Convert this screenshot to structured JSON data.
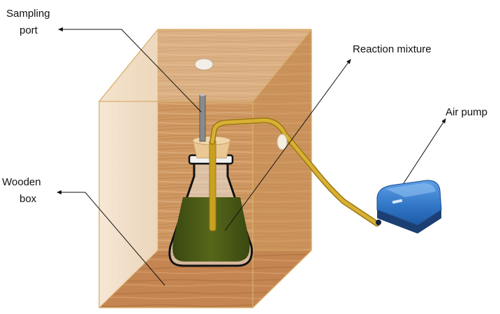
{
  "diagram": {
    "labels": {
      "sampling_port_line1": "Sampling",
      "sampling_port_line2": "port",
      "reaction_mixture": "Reaction mixture",
      "air_pump": "Air pump",
      "wooden_box_line1": "Wooden",
      "wooden_box_line2": "box"
    },
    "colors": {
      "wood_light": "#d9a878",
      "wood_mid": "#c9905c",
      "wood_dark": "#b87a45",
      "box_edge": "#d8b06a",
      "tube": "#c9a020",
      "mixture": "#4a5a12",
      "stopper": "#e7c48e",
      "pump_blue": "#2f74c4",
      "pump_dark": "#1c3f73"
    }
  }
}
